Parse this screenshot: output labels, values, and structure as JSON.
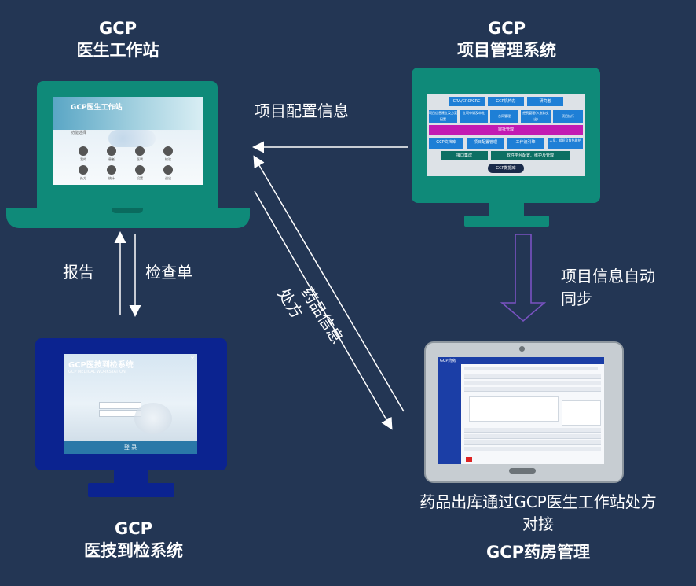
{
  "nodes": {
    "workstation": {
      "line1": "GCP",
      "line2": "医生工作站"
    },
    "project_mgmt": {
      "line1": "GCP",
      "line2": "项目管理系统"
    },
    "checkin": {
      "line1": "GCP",
      "line2": "医技到检系统"
    },
    "pharmacy": {
      "line1": "GCP药房管理",
      "note": "药品出库通过GCP医生工作站处方对接"
    }
  },
  "edge_labels": {
    "project_config": "项目配置信息",
    "report": "报告",
    "exam_order": "检查单",
    "drug_info": "药品信息",
    "prescription": "处方",
    "auto_sync": "项目信息自动同步"
  },
  "screens": {
    "workstation": {
      "header": "GCP医生工作站",
      "section": "功能选择",
      "menu": [
        "我的",
        "患者",
        "医嘱",
        "检验",
        "处方",
        "统计",
        "设置",
        "退出"
      ]
    },
    "project_mgmt": {
      "row1": [
        "CRA/CRO/CRC",
        "GCP机构办",
        "研究者"
      ],
      "row2": [
        "项目信息建立及方案配置",
        "立项申请及审批",
        "合同管理",
        "经费管理(入账和支出)",
        "项目执行"
      ],
      "bar": "审批管理",
      "row3": [
        "GCP文档库",
        "项目配置管理",
        "工作流引擎",
        "人员、组织及角色维护"
      ],
      "row4": [
        "接口集成",
        "软件平台配置、维护及管理"
      ],
      "db": "GCP数据库"
    },
    "checkin": {
      "title": "GCP医技到检系统",
      "subtitle": "GCP MEDICAL WORKSTATION",
      "login": "登 录"
    },
    "pharmacy": {
      "header": "GCP药房"
    }
  },
  "colors": {
    "background": "#233654",
    "teal_device": "#0f8a79",
    "blue_device": "#0b2390",
    "arrow_purple": "#7a52c2"
  }
}
